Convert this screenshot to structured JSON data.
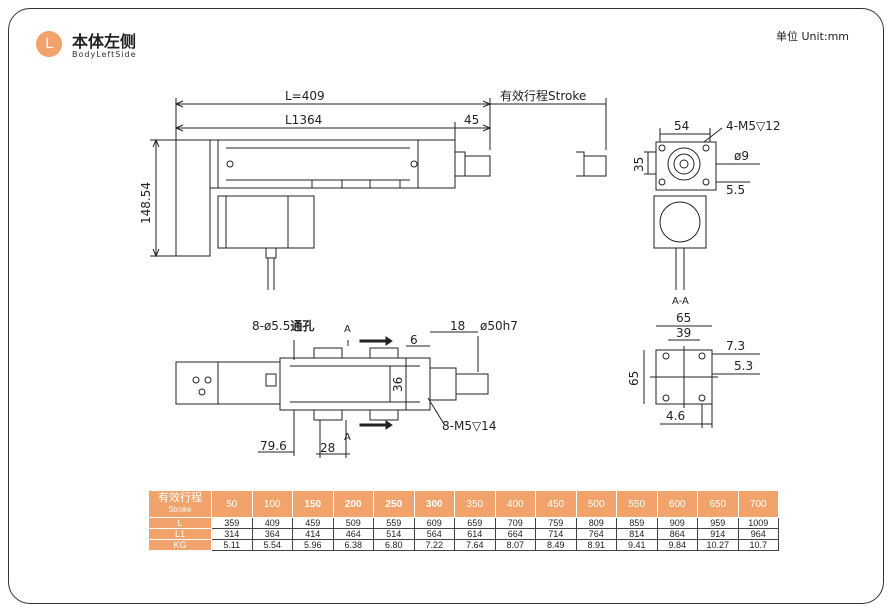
{
  "header": {
    "badge_letter": "L",
    "title": "本体左侧",
    "subtitle": "BodyLeftSide",
    "unit": "单位 Unit:mm"
  },
  "drawing": {
    "dim_L": "L=409",
    "dim_L1": "L1364",
    "dim_45": "45",
    "stroke_label": "有效行程Stroke",
    "dim_height": "148.54",
    "end_54": "54",
    "end_bolts": "4-M5▽12",
    "end_35": "35",
    "end_phi9": "ø9",
    "end_5_5": "5.5",
    "hole_label_prefix": "8-ø5.5",
    "hole_label_suffix": "通孔",
    "section_A_top": "A",
    "section_A_bottom": "A",
    "dim_18": "18",
    "dim_phi50": "ø50h7",
    "dim_6": "6",
    "dim_36": "36",
    "dim_79_6": "79.6",
    "dim_28": "28",
    "bolt_bottom": "8-M5▽14",
    "aa_title": "A-A",
    "aa_65_top": "65",
    "aa_39": "39",
    "aa_7_3": "7.3",
    "aa_5_3": "5.3",
    "aa_65_side": "65",
    "aa_4_6": "4.6"
  },
  "spec_table": {
    "corner_cn": "有效行程",
    "corner_en": "Stroke",
    "strokes": [
      "50",
      "100",
      "150",
      "200",
      "250",
      "300",
      "350",
      "400",
      "450",
      "500",
      "550",
      "600",
      "650",
      "700"
    ],
    "bold_strokes": [
      false,
      false,
      true,
      true,
      true,
      true,
      false,
      false,
      false,
      false,
      false,
      false,
      false,
      false
    ],
    "rows": [
      {
        "label": "L",
        "values": [
          "359",
          "409",
          "459",
          "509",
          "559",
          "609",
          "659",
          "709",
          "759",
          "809",
          "859",
          "909",
          "959",
          "1009"
        ]
      },
      {
        "label": "L1",
        "values": [
          "314",
          "364",
          "414",
          "464",
          "514",
          "564",
          "614",
          "664",
          "714",
          "764",
          "814",
          "864",
          "914",
          "964"
        ]
      },
      {
        "label": "KG",
        "values": [
          "5.11",
          "5.54",
          "5.96",
          "6.38",
          "6.80",
          "7.22",
          "7.64",
          "8.07",
          "8.49",
          "8.91",
          "9.41",
          "9.84",
          "10.27",
          "10.7"
        ]
      }
    ]
  },
  "colors": {
    "accent": "#f2a26b",
    "line": "#222222"
  }
}
